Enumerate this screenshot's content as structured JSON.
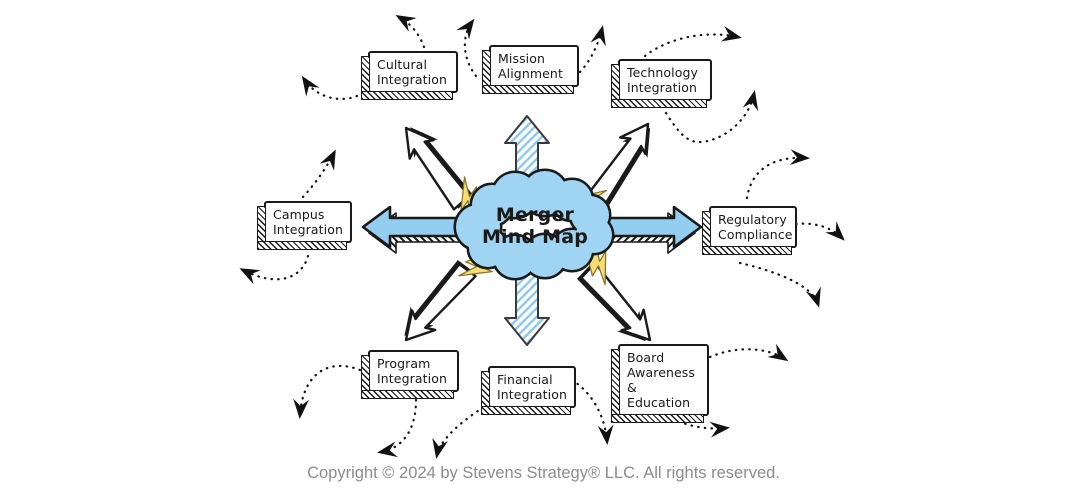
{
  "diagram": {
    "title": "Merger Mind Map",
    "center": {
      "label": "Merger\nMind Map"
    },
    "nodes": [
      {
        "id": "cultural",
        "label": "Cultural\nIntegration",
        "position": "top-left"
      },
      {
        "id": "mission",
        "label": "Mission\nAlignment",
        "position": "top-center"
      },
      {
        "id": "technology",
        "label": "Technology\nIntegration",
        "position": "top-right"
      },
      {
        "id": "campus",
        "label": "Campus\nIntegration",
        "position": "left"
      },
      {
        "id": "regulatory",
        "label": "Regulatory\nCompliance",
        "position": "right"
      },
      {
        "id": "program",
        "label": "Program\nIntegration",
        "position": "bottom-left"
      },
      {
        "id": "financial",
        "label": "Financial\nIntegration",
        "position": "bottom-center"
      },
      {
        "id": "board",
        "label": "Board\nAwareness\n& Education",
        "position": "bottom-right"
      }
    ],
    "icons": {
      "solid_arrows": "left-and-right-blue-arrows",
      "hatched_arrows": "up-and-down-blue-striped-arrows",
      "sketch_arrows": "four-diagonal-outline-arrows",
      "lightning_bolts": 4,
      "doodle_dotted_arrows": 17
    },
    "colors": {
      "cloud_blue": "#9FD4F3",
      "arrow_blue": "#93CEF1",
      "arrow_hatch_blue": "#8CC8EE",
      "bolt_yellow": "#F6DE76",
      "ink": "#1a1a1a"
    }
  },
  "footer": {
    "copyright": "Copyright © 2024 by Stevens Strategy® LLC. All rights reserved."
  }
}
